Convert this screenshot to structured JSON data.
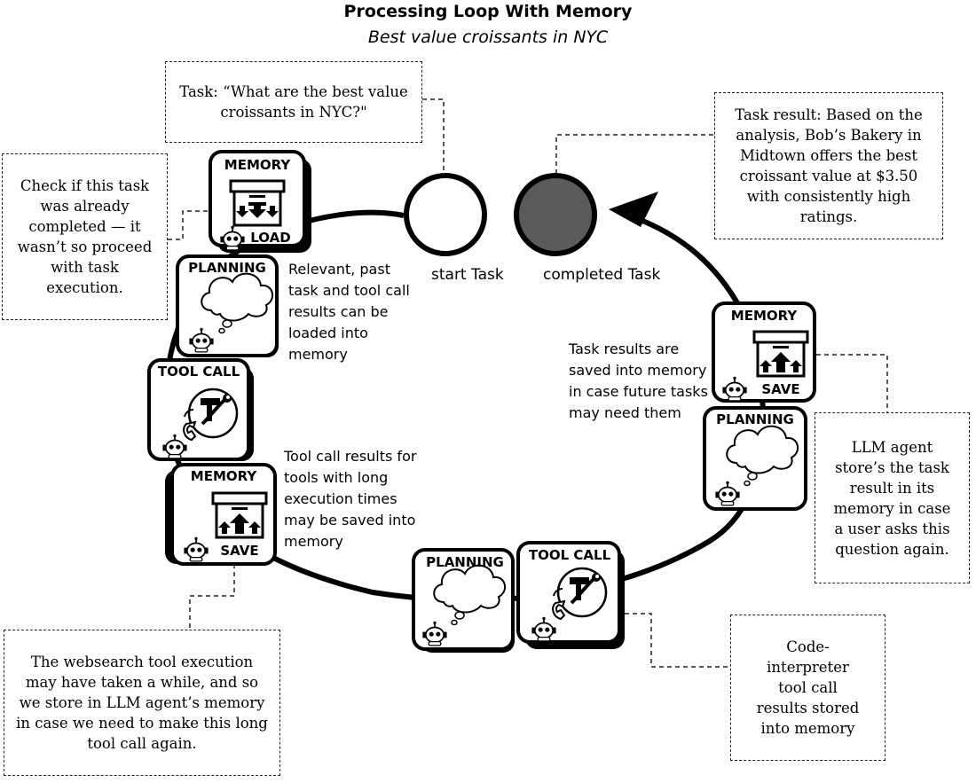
{
  "title": "Processing Loop With Memory",
  "subtitle": "Best value croissants in NYC",
  "start_label": "start Task",
  "completed_label": "completed Task",
  "cards": {
    "memory_load": {
      "header": "MEMORY",
      "footer": "LOAD"
    },
    "planning_1": {
      "header": "PLANNING"
    },
    "tool_call_1": {
      "header": "TOOL CALL"
    },
    "memory_save_1": {
      "header": "MEMORY",
      "footer": "SAVE"
    },
    "planning_2": {
      "header": "PLANNING"
    },
    "tool_call_2": {
      "header": "TOOL CALL"
    },
    "planning_3": {
      "header": "PLANNING"
    },
    "memory_save_2": {
      "header": "MEMORY",
      "footer": "SAVE"
    }
  },
  "notes": {
    "task": "Task: “What are the best value croissants in NYC?\"",
    "check": "Check if this task was already completed — it wasn’t so proceed with task execution.",
    "result": "Task result: Based on the analysis, Bob’s Bakery in Midtown offers the best croissant value at $3.50 with consistently high ratings.",
    "agent_store": "LLM agent store’s the task result in its memory in case a user asks this question again.",
    "websearch": "The websearch tool execution may have taken a while, and so we store in LLM agent’s memory in case we need to make this long tool call again.",
    "code_interp": "Code-interpreter tool call results stored into memory"
  },
  "annotations": {
    "relevant": "Relevant, past task and tool call results can be loaded into memory",
    "toolcall_results": "Tool call results for tools with long execution times may be saved into memory",
    "task_results": "Task results are saved into memory in case future tasks may need them"
  }
}
